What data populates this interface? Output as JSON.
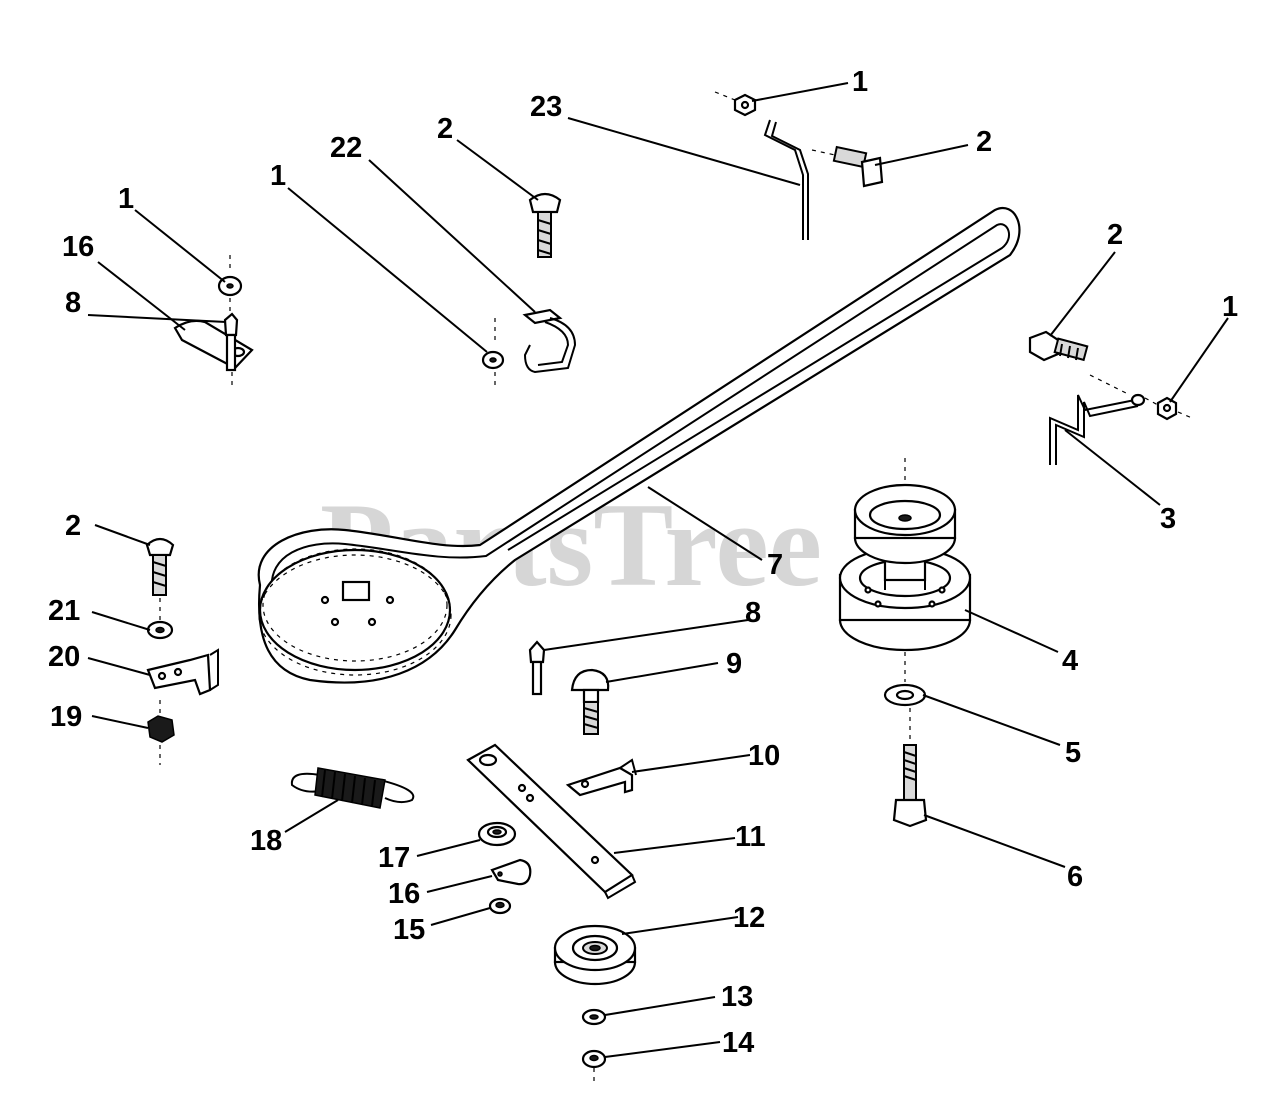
{
  "watermark": "PartsTree",
  "callouts": [
    {
      "text": "1"
    },
    {
      "text": "23"
    },
    {
      "text": "2"
    },
    {
      "text": "22"
    },
    {
      "text": "2"
    },
    {
      "text": "1"
    },
    {
      "text": "1"
    },
    {
      "text": "16"
    },
    {
      "text": "2"
    },
    {
      "text": "1"
    },
    {
      "text": "8"
    },
    {
      "text": "3"
    },
    {
      "text": "7"
    },
    {
      "text": "2"
    },
    {
      "text": "21"
    },
    {
      "text": "8"
    },
    {
      "text": "4"
    },
    {
      "text": "20"
    },
    {
      "text": "9"
    },
    {
      "text": "19"
    },
    {
      "text": "5"
    },
    {
      "text": "10"
    },
    {
      "text": "18"
    },
    {
      "text": "11"
    },
    {
      "text": "17"
    },
    {
      "text": "6"
    },
    {
      "text": "16"
    },
    {
      "text": "15"
    },
    {
      "text": "12"
    },
    {
      "text": "13"
    },
    {
      "text": "14"
    }
  ]
}
